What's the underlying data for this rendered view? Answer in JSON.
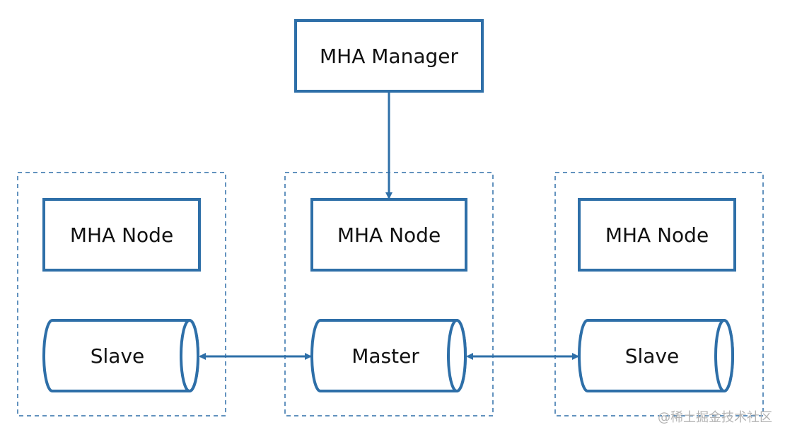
{
  "colors": {
    "stroke": "#2e6fa8",
    "text": "#111111",
    "watermark": "#b4b4b4",
    "background": "#ffffff"
  },
  "manager": {
    "label": "MHA Manager"
  },
  "groups": [
    {
      "node_label": "MHA Node",
      "db_label": "Slave"
    },
    {
      "node_label": "MHA Node",
      "db_label": "Master"
    },
    {
      "node_label": "MHA Node",
      "db_label": "Slave"
    }
  ],
  "watermark": "@稀土掘金技术社区"
}
